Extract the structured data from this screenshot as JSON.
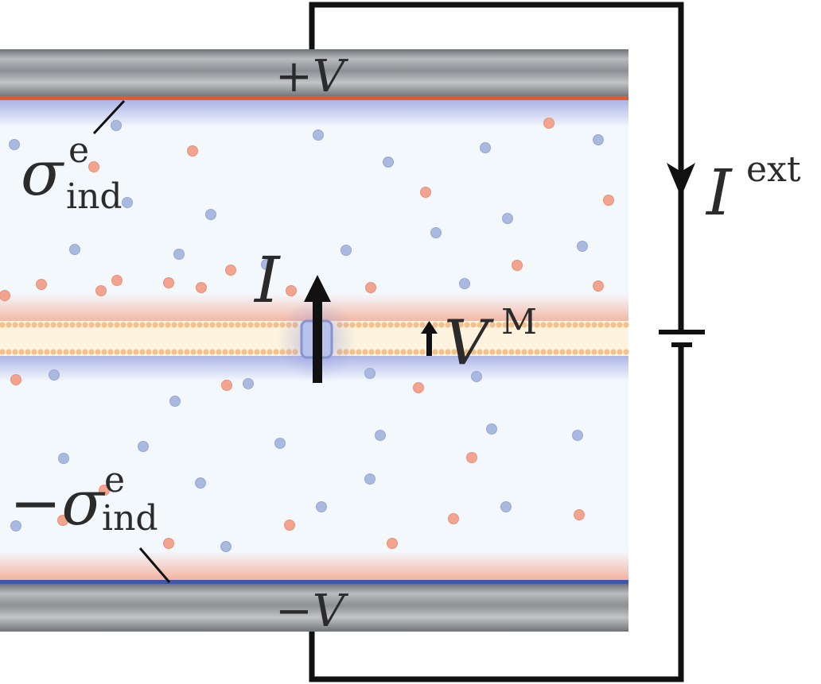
{
  "labels": {
    "top_electrode": "+V",
    "bottom_electrode": "−V",
    "sigma": "σ",
    "minus_sigma": "−σ",
    "superscript_e": "e",
    "subscript_ind": "ind",
    "current": "I",
    "external_current": "I",
    "external_superscript": "ext",
    "membrane_voltage": "V",
    "membrane_superscript": "M"
  },
  "colors": {
    "electrode_gray": "#8f9194",
    "positive_surface": "#e8582a",
    "negative_surface": "#3f57a8",
    "electrolyte": "#f3f8fd",
    "cation": "#f2a48e",
    "anion": "#a9b9e0",
    "membrane": "#fdf3de",
    "lipid_head": "#f6c08a",
    "wire": "#111111"
  },
  "icons": {
    "ion_channel": "ion-channel-icon",
    "battery": "battery-icon"
  }
}
